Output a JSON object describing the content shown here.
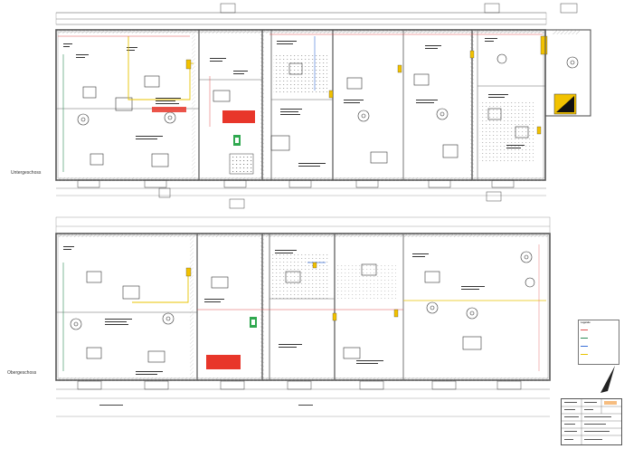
{
  "sheet": {
    "upper_plan_label": "Untergeschoss",
    "lower_plan_label": "Obergeschoss",
    "lower_plan_sublabel": ""
  },
  "legend": {
    "title": "Legende",
    "entries": [
      {
        "text": "",
        "color": "#e05050"
      },
      {
        "text": "",
        "color": "#2e8b57"
      },
      {
        "text": "",
        "color": "#3a6fd8"
      },
      {
        "text": "",
        "color": "#e8c300"
      }
    ]
  },
  "colors": {
    "wall": "#555555",
    "hatch": "#888888",
    "annotation": "#222222",
    "red_box": "#e8362a",
    "green_sign": "#2fa84f",
    "yellow": "#f2c200",
    "line_red": "#e05050",
    "line_yellow": "#e8c300",
    "line_blue": "#3a6fd8"
  },
  "icons": [
    "north-arrow-icon",
    "emergency-exit-sign-icon",
    "warning-triangle-icon"
  ]
}
